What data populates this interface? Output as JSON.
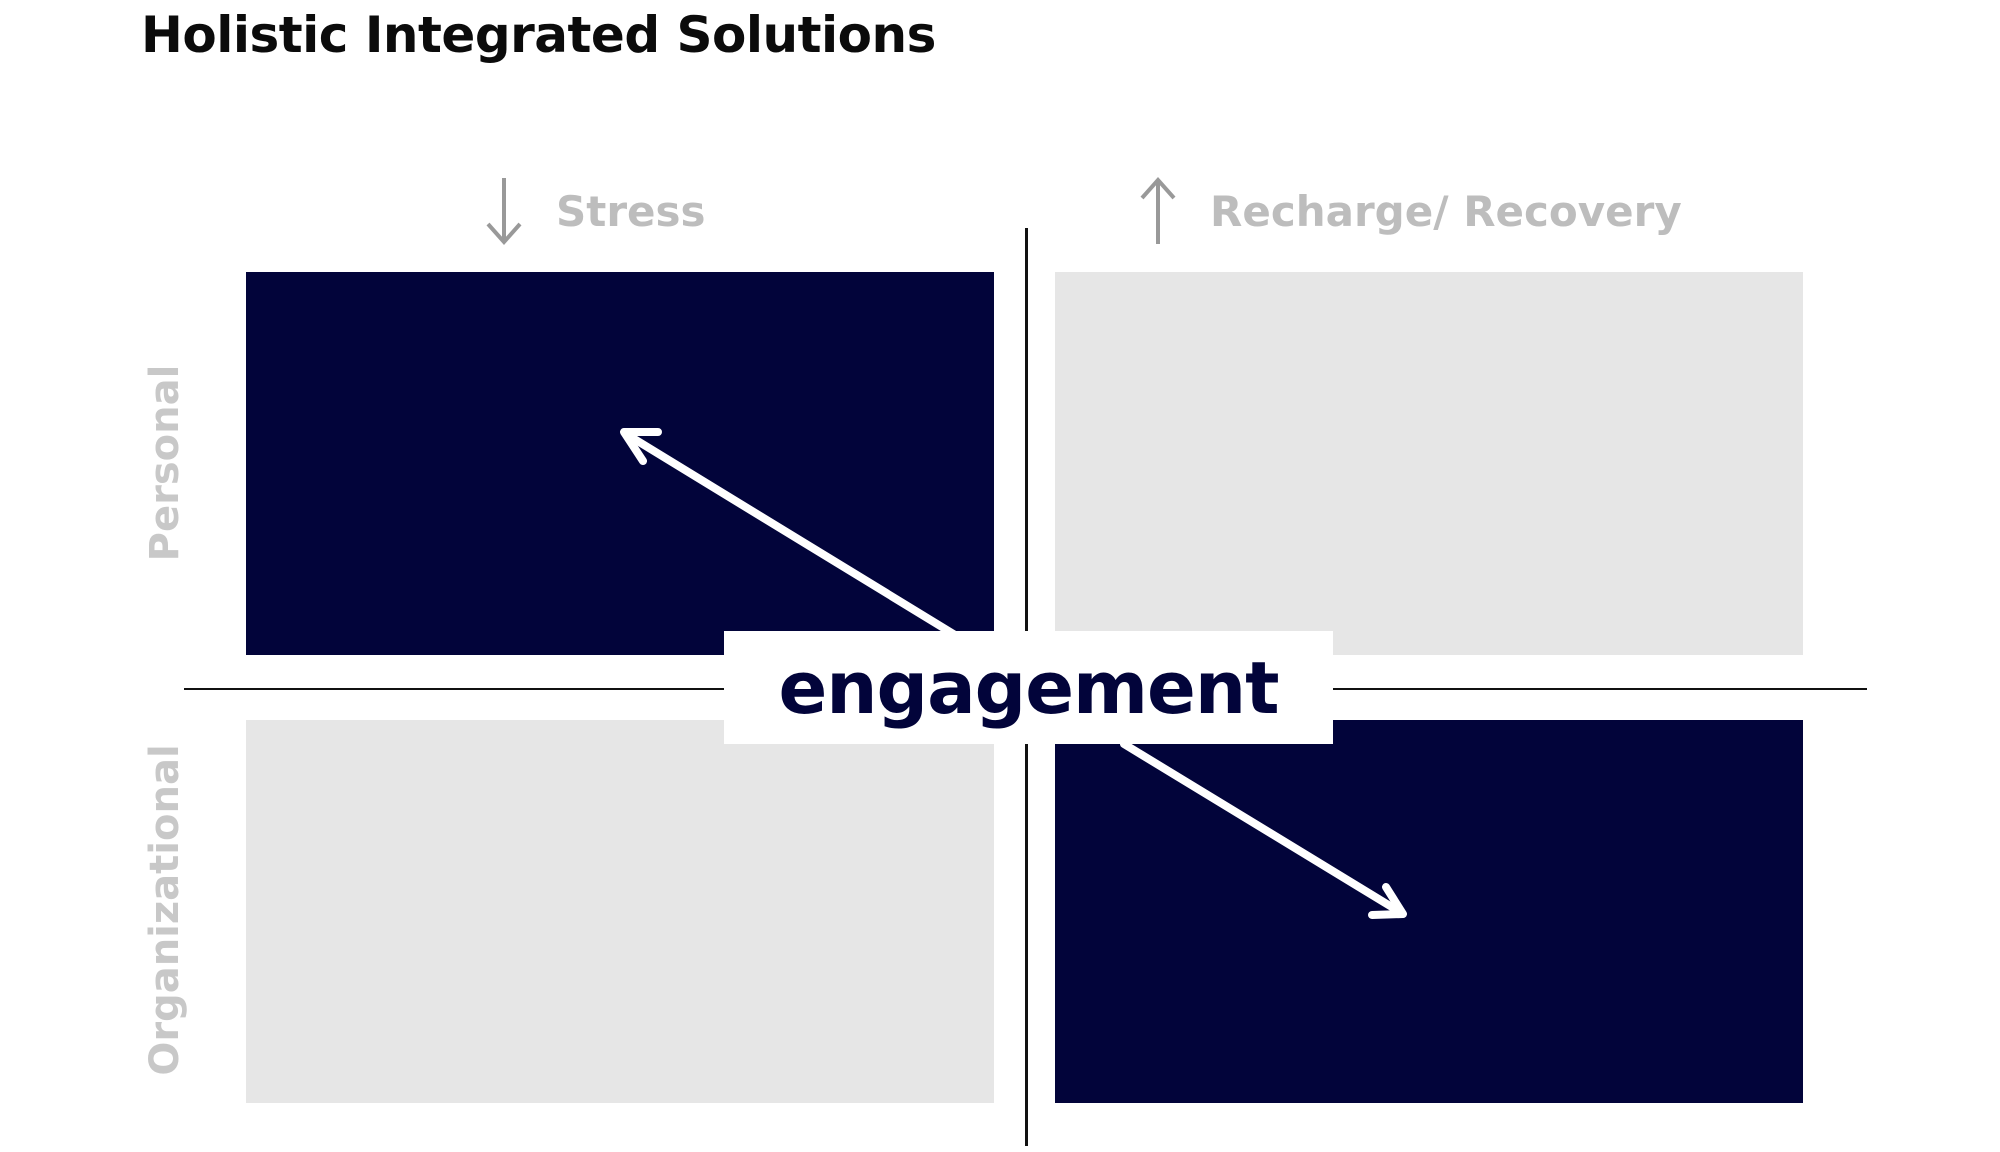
{
  "title": "Holistic Integrated Solutions",
  "columns": [
    {
      "label": "Stress",
      "icon": "arrow-down-icon"
    },
    {
      "label": "Recharge/ Recovery",
      "icon": "arrow-up-icon"
    }
  ],
  "rows": [
    {
      "label": "Personal"
    },
    {
      "label": "Organizational"
    }
  ],
  "center_label": "engagement",
  "colors": {
    "dark_quadrant": "#02043a",
    "light_quadrant": "#e6e6e6",
    "header_text": "#bdbdbd",
    "accent_text": "#02043a"
  }
}
